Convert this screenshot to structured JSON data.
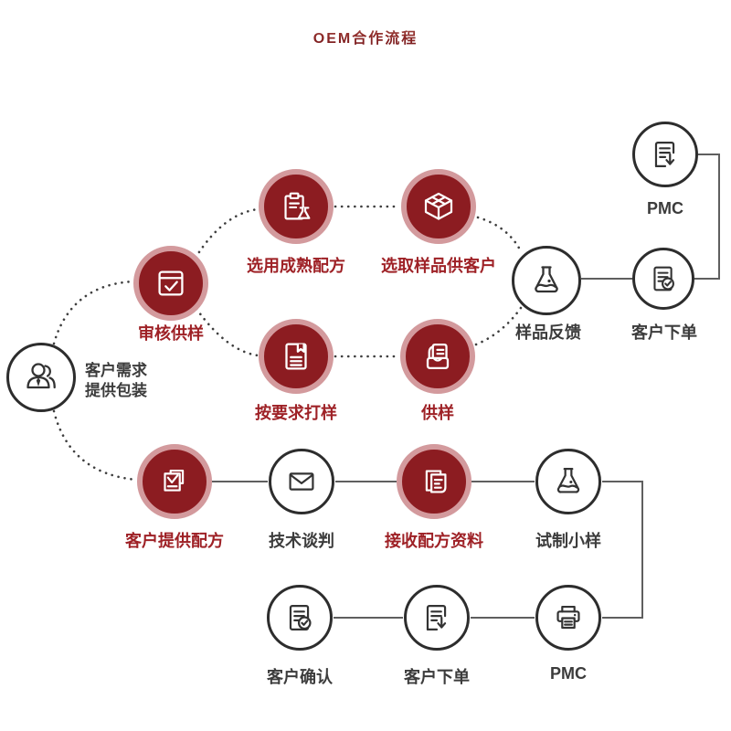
{
  "header": {
    "title": "OEM合作流程"
  },
  "colors": {
    "accent_red": "#8c1c21",
    "ring_pink": "#d39a9d",
    "red_text": "#9e2126",
    "dark_text": "#3c3c3c",
    "line_gray": "#5f5f5f",
    "dot_gray": "#3e3e3e"
  },
  "nodes": [
    {
      "id": "customer-needs",
      "line1": "客户需求",
      "line2": "提供包装",
      "icon": "users-icon",
      "variant": "white"
    },
    {
      "id": "review-sample",
      "label": "审核供样",
      "icon": "checkbox-window-icon",
      "variant": "red"
    },
    {
      "id": "mature-formula",
      "label": "选用成熟配方",
      "icon": "clipboard-flask-icon",
      "variant": "red"
    },
    {
      "id": "select-sample",
      "label": "选取样品供客户",
      "icon": "box-icon",
      "variant": "red"
    },
    {
      "id": "sample-feedback",
      "label": "样品反馈",
      "icon": "flask-icon",
      "variant": "white"
    },
    {
      "id": "pmc-top",
      "label": "PMC",
      "icon": "doc-download-icon",
      "variant": "white"
    },
    {
      "id": "order-top",
      "label": "客户下单",
      "icon": "doc-check-icon",
      "variant": "white"
    },
    {
      "id": "sample-ondemand",
      "label": "按要求打样",
      "icon": "book-icon",
      "variant": "red"
    },
    {
      "id": "supply-sample",
      "label": "供样",
      "icon": "inbox-doc-icon",
      "variant": "red"
    },
    {
      "id": "customer-formula",
      "label": "客户提供配方",
      "icon": "layers-check-icon",
      "variant": "red"
    },
    {
      "id": "tech-negotiation",
      "label": "技术谈判",
      "icon": "envelope-icon",
      "variant": "white"
    },
    {
      "id": "receive-formula",
      "label": "接收配方资料",
      "icon": "docs-icon",
      "variant": "red"
    },
    {
      "id": "trial-sample",
      "label": "试制小样",
      "icon": "flask-icon",
      "variant": "white"
    },
    {
      "id": "customer-confirm",
      "label": "客户确认",
      "icon": "doc-check-icon",
      "variant": "white"
    },
    {
      "id": "order-bottom",
      "label": "客户下单",
      "icon": "doc-download-icon",
      "variant": "white"
    },
    {
      "id": "pmc-bottom",
      "label": "PMC",
      "icon": "printer-icon",
      "variant": "white"
    }
  ],
  "edges": [
    {
      "from": "customer-needs",
      "to": "review-sample",
      "style": "dotted"
    },
    {
      "from": "review-sample",
      "to": "mature-formula",
      "style": "dotted"
    },
    {
      "from": "mature-formula",
      "to": "select-sample",
      "style": "dotted"
    },
    {
      "from": "select-sample",
      "to": "sample-feedback",
      "style": "dotted"
    },
    {
      "from": "review-sample",
      "to": "sample-ondemand",
      "style": "dotted"
    },
    {
      "from": "sample-ondemand",
      "to": "supply-sample",
      "style": "dotted"
    },
    {
      "from": "supply-sample",
      "to": "sample-feedback",
      "style": "dotted"
    },
    {
      "from": "customer-needs",
      "to": "customer-formula",
      "style": "dotted"
    },
    {
      "from": "sample-feedback",
      "to": "order-top",
      "style": "solid"
    },
    {
      "from": "order-top",
      "to": "pmc-top",
      "style": "solid"
    },
    {
      "from": "customer-formula",
      "to": "tech-negotiation",
      "style": "solid"
    },
    {
      "from": "tech-negotiation",
      "to": "receive-formula",
      "style": "solid"
    },
    {
      "from": "receive-formula",
      "to": "trial-sample",
      "style": "solid"
    },
    {
      "from": "trial-sample",
      "to": "pmc-bottom",
      "style": "solid"
    },
    {
      "from": "customer-confirm",
      "to": "order-bottom",
      "style": "solid"
    },
    {
      "from": "order-bottom",
      "to": "pmc-bottom",
      "style": "solid"
    }
  ]
}
